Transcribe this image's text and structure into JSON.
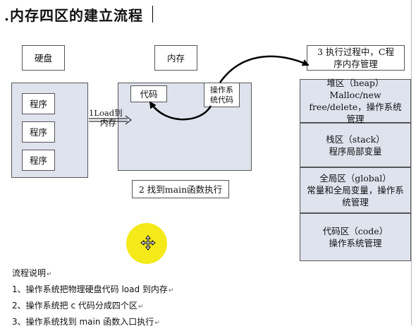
{
  "title": ".内存四区的建立流程",
  "disk": {
    "label": "硬盘",
    "programs": [
      "程序",
      "程序",
      "程序"
    ]
  },
  "memory": {
    "label": "内存",
    "code_box": "代码",
    "os_code_lines": [
      "操作系",
      "统代码"
    ]
  },
  "load_arrow": {
    "lines": [
      "1Load到",
      "内存"
    ]
  },
  "step2": "2 找到main函数执行",
  "step3_lines": [
    "3 执行过程中，C程",
    "序内存管理"
  ],
  "regions": [
    {
      "lines": [
        "堆区（heap）",
        "Malloc/new",
        "free/delete，操作系统",
        "管理"
      ]
    },
    {
      "lines": [
        "栈区（stack）",
        "程序局部变量"
      ]
    },
    {
      "lines": [
        "全局区（global）",
        "常量和全局变量，操作系",
        "统管理"
      ]
    },
    {
      "lines": [
        "代码区（code）",
        "操作系统管理"
      ]
    }
  ],
  "notes": {
    "heading": "流程说明",
    "items": [
      "1、操作系统把物理硬盘代码 load 到内存",
      "2、操作系统把 c 代码分成四个区",
      "3、操作系统找到 main 函数入口执行"
    ],
    "return_mark": "↵"
  },
  "colors": {
    "box_fill": "#dfe3ee",
    "border": "#555555",
    "highlight": "#f4ea1a"
  },
  "cursor_icon": "move-cursor-icon"
}
